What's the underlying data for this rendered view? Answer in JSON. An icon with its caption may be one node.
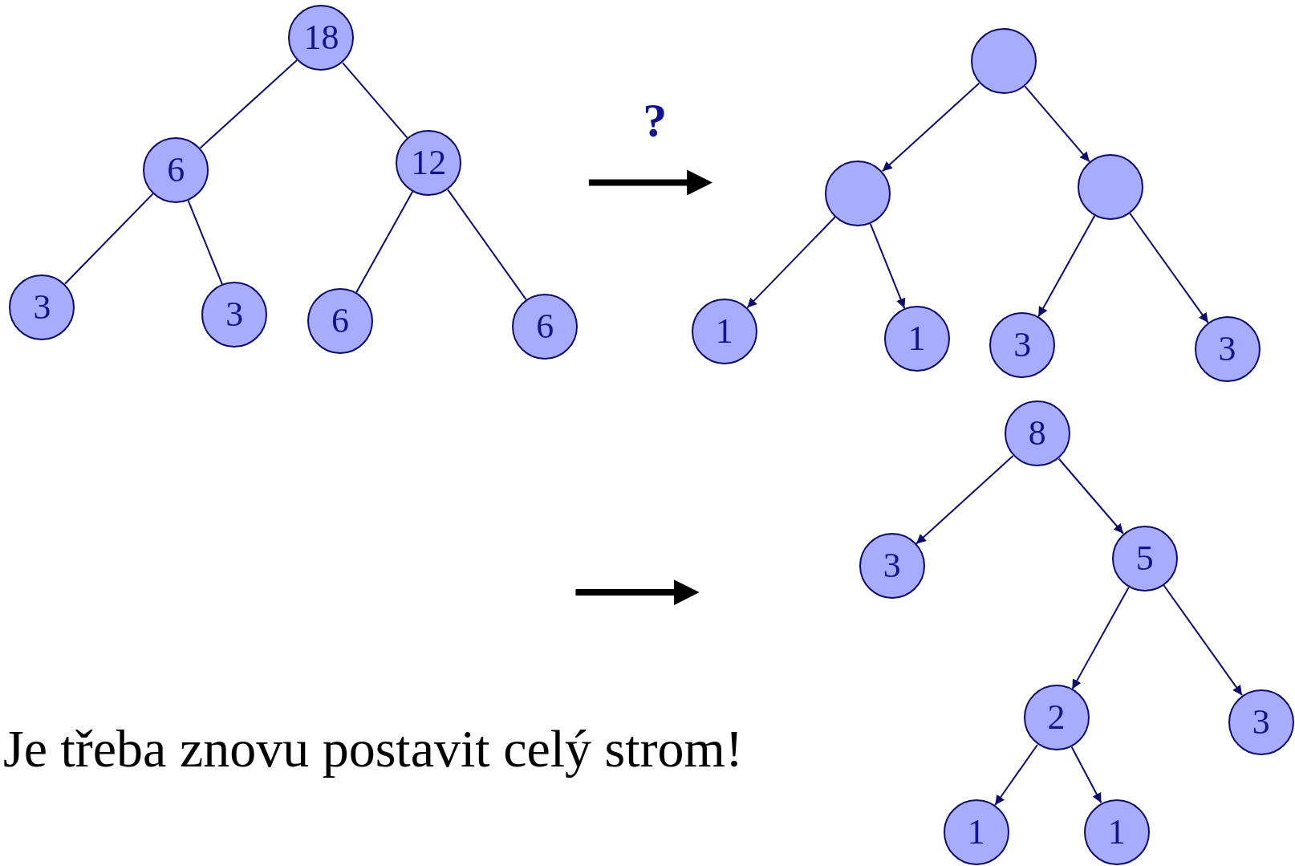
{
  "diagram": {
    "nodes": [
      {
        "text": [
          "18"
        ]
      },
      {
        "text": [
          "6"
        ]
      },
      {
        "text": [
          "12"
        ]
      },
      {
        "text": [
          "3"
        ]
      },
      {
        "text": [
          "3"
        ]
      },
      {
        "text": [
          "6"
        ]
      },
      {
        "text": [
          "6"
        ]
      },
      {
        "text": [],
        "shape": "circle"
      },
      {
        "text": [],
        "shape": "circle"
      },
      {
        "text": [],
        "shape": "circle"
      },
      {
        "text": [
          "1"
        ]
      },
      {
        "text": [
          "1"
        ]
      },
      {
        "text": [
          "3"
        ]
      },
      {
        "text": [
          "3"
        ]
      },
      {
        "text": [
          "8"
        ]
      },
      {
        "text": [
          "3"
        ]
      },
      {
        "text": [
          "5"
        ]
      },
      {
        "text": [
          "2"
        ]
      },
      {
        "text": [
          "3"
        ]
      },
      {
        "text": [
          "1"
        ]
      },
      {
        "text": [
          "1"
        ]
      }
    ],
    "edges": [
      {
        "from": 0,
        "to": 1,
        "arrow": "none"
      },
      {
        "from": 0,
        "to": 2,
        "arrow": "none"
      },
      {
        "from": 1,
        "to": 3,
        "arrow": "none"
      },
      {
        "from": 1,
        "to": 4,
        "arrow": "none"
      },
      {
        "from": 2,
        "to": 5,
        "arrow": "none"
      },
      {
        "from": 2,
        "to": 6,
        "arrow": "none"
      },
      {
        "from": 7,
        "to": 8,
        "arrow": "to"
      },
      {
        "from": 7,
        "to": 9,
        "arrow": "to"
      },
      {
        "from": 8,
        "to": 10,
        "arrow": "to"
      },
      {
        "from": 8,
        "to": 11,
        "arrow": "to"
      },
      {
        "from": 9,
        "to": 12,
        "arrow": "to"
      },
      {
        "from": 9,
        "to": 13,
        "arrow": "to"
      },
      {
        "from": 14,
        "to": 15,
        "arrow": "to"
      },
      {
        "from": 14,
        "to": 16,
        "arrow": "to"
      },
      {
        "from": 16,
        "to": 17,
        "arrow": "to"
      },
      {
        "from": 16,
        "to": 18,
        "arrow": "to"
      },
      {
        "from": 17,
        "to": 19,
        "arrow": "to"
      },
      {
        "from": 17,
        "to": 20,
        "arrow": "to"
      }
    ],
    "labels": [
      "?",
      "Je třeba znovu postavit celý strom!"
    ]
  }
}
